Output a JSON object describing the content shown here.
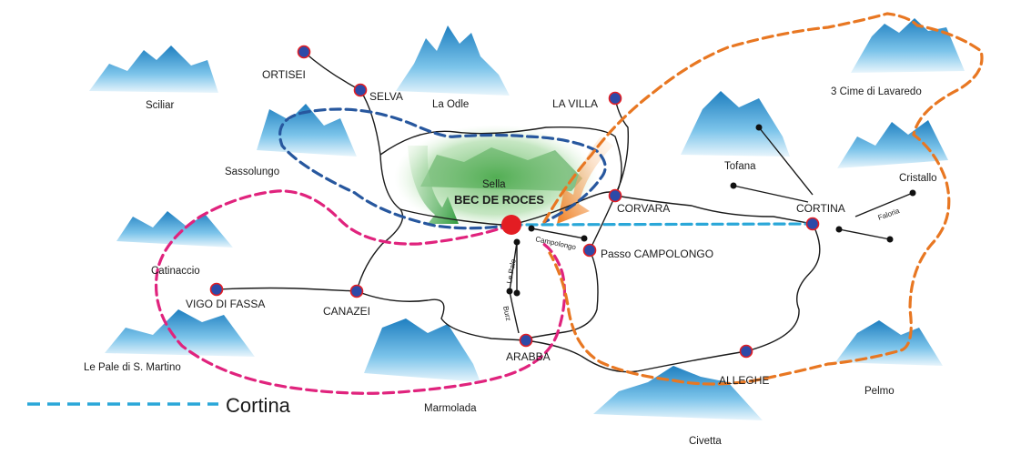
{
  "colors": {
    "route_pink": "#e0237d",
    "route_blue": "#27579e",
    "route_orange": "#e87722",
    "route_cyan": "#2aa7d8",
    "road": "#1a1a1a",
    "town_fill": "#2d4aa8",
    "town_ring": "#e31d23",
    "center": "#e31d23",
    "mountain": "#3b9dd1",
    "forest_green": "#5fb85f"
  },
  "towns": {
    "ortisei": "ORTISEI",
    "selva": "SELVA",
    "la_villa": "LA VILLA",
    "corvara": "CORVARA",
    "cortina": "CORTINA",
    "passo_campolongo": "Passo CAMPOLONGO",
    "vigo_di_fassa": "VIGO DI FASSA",
    "canazei": "CANAZEI",
    "arabba": "ARABBA",
    "alleghe": "ALLEGHE"
  },
  "mountains": {
    "sciliar": "Sciliar",
    "la_odle": "La Odle",
    "sassolungo": "Sassolungo",
    "sella": "Sella",
    "tofana": "Tofana",
    "cime_lavaredo": "3 Cime di Lavaredo",
    "cristallo": "Cristallo",
    "catinaccio": "Catinaccio",
    "pale_san_martino": "Le Pale di S. Martino",
    "marmolada": "Marmolada",
    "civetta": "Civetta",
    "pelmo": "Pelmo"
  },
  "center_label": "BEC DE ROCES",
  "lifts": {
    "campolongo": "Campolongo",
    "le_pale": "Le Pale",
    "burz": "Burz",
    "faloria": "Faloria"
  },
  "legend": {
    "label": "Cortina",
    "icon": "dashed-line-icon"
  }
}
